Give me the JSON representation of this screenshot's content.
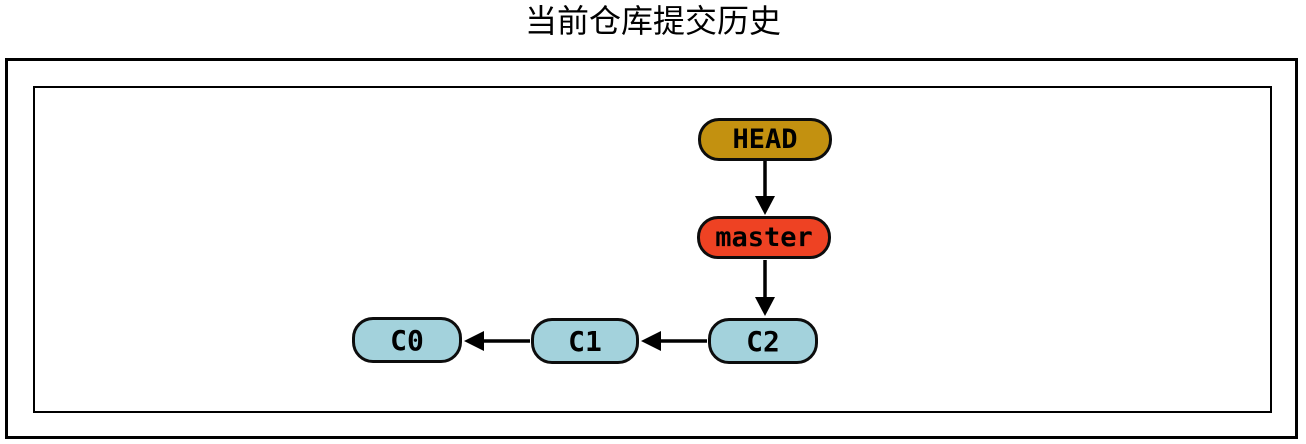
{
  "title": "当前仓库提交历史",
  "diagram": {
    "type": "git-commit-graph",
    "nodes": [
      {
        "id": "HEAD",
        "label": "HEAD",
        "role": "head-pointer",
        "fill": "#C39110"
      },
      {
        "id": "master",
        "label": "master",
        "role": "branch-pointer",
        "fill": "#EE4223"
      },
      {
        "id": "C2",
        "label": "C2",
        "role": "commit",
        "fill": "#A3D2DC"
      },
      {
        "id": "C1",
        "label": "C1",
        "role": "commit",
        "fill": "#A3D2DC"
      },
      {
        "id": "C0",
        "label": "C0",
        "role": "commit",
        "fill": "#A3D2DC"
      }
    ],
    "edges": [
      {
        "from": "HEAD",
        "to": "master"
      },
      {
        "from": "master",
        "to": "C2"
      },
      {
        "from": "C2",
        "to": "C1"
      },
      {
        "from": "C1",
        "to": "C0"
      }
    ],
    "colors": {
      "node_border": "#0d0d0d",
      "arrow": "#000000",
      "frame": "#000000",
      "background": "#ffffff",
      "head_fill": "#C39110",
      "branch_fill": "#EE4223",
      "commit_fill": "#A3D2DC"
    }
  }
}
